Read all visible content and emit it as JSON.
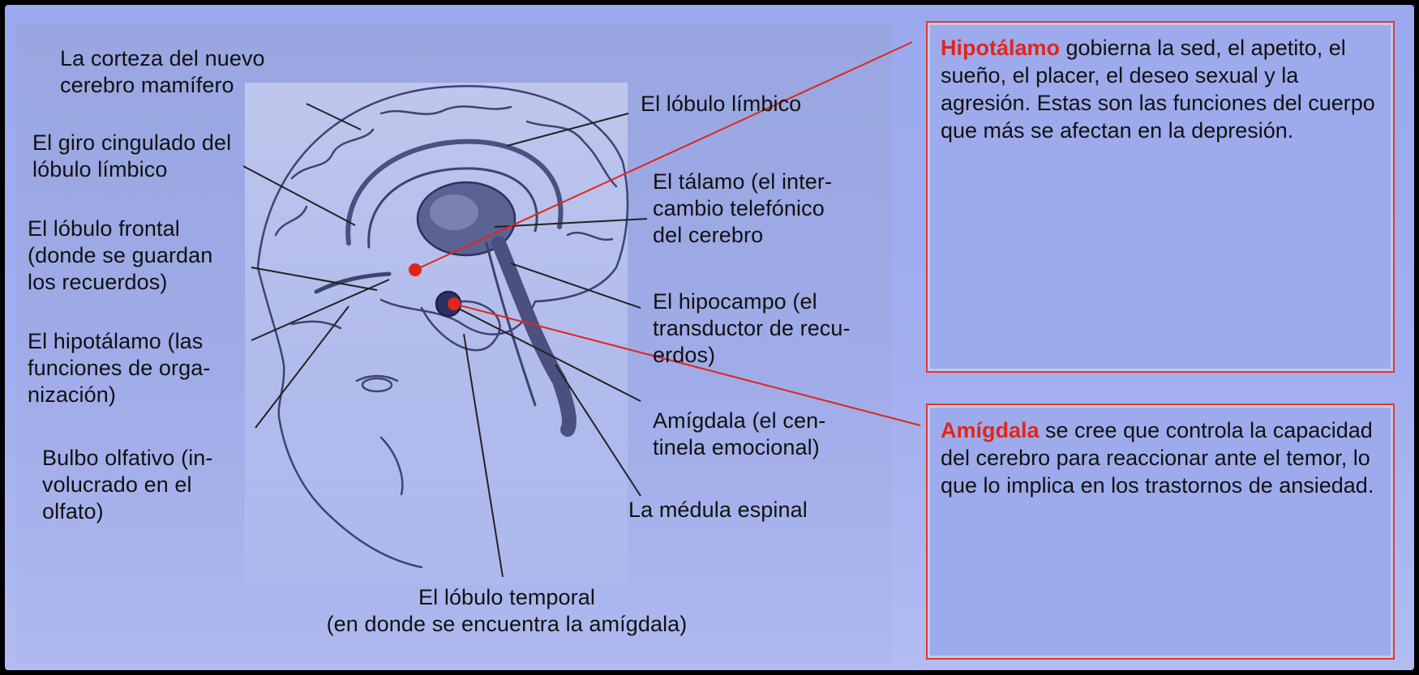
{
  "labels": {
    "corteza": "La corteza del nuevo\ncerebro mamífero",
    "giro": "El giro cingulado del\nlóbulo límbico",
    "frontal": "El lóbulo frontal\n(donde se guardan\nlos recuerdos)",
    "hipotalamo": "El hipotálamo (las\nfunciones de orga-\nnización)",
    "bulbo": "Bulbo olfativo (in-\nvolucrado en el\nolfato)",
    "limbico": "El lóbulo límbico",
    "talamo": "El tálamo (el inter-\ncambio telefónico\ndel cerebro",
    "hipocampo": "El hipocampo (el\ntransductor de recu-\nerdos)",
    "amigdala": "Amígdala (el cen-\ntinela emocional)",
    "medula": "La médula espinal",
    "temporal": "El lóbulo temporal\n(en donde se encuentra la amígdala)"
  },
  "info_hipotalamo": {
    "keyword": "Hipotálamo",
    "text": " gobierna la sed, el apetito, el sueño, el placer, el deseo sexual y la agresión.  Estas son las funciones del cuerpo que más se afectan en la depresión."
  },
  "info_amigdala": {
    "keyword": "Amígdala",
    "text": " se cree que controla la capacidad del cerebro para reaccionar ante el temor, lo que lo implica en los trastornos de ansiedad."
  },
  "colors": {
    "accent": "#e0261a",
    "background": "#a2aef0",
    "border": "#000000"
  }
}
